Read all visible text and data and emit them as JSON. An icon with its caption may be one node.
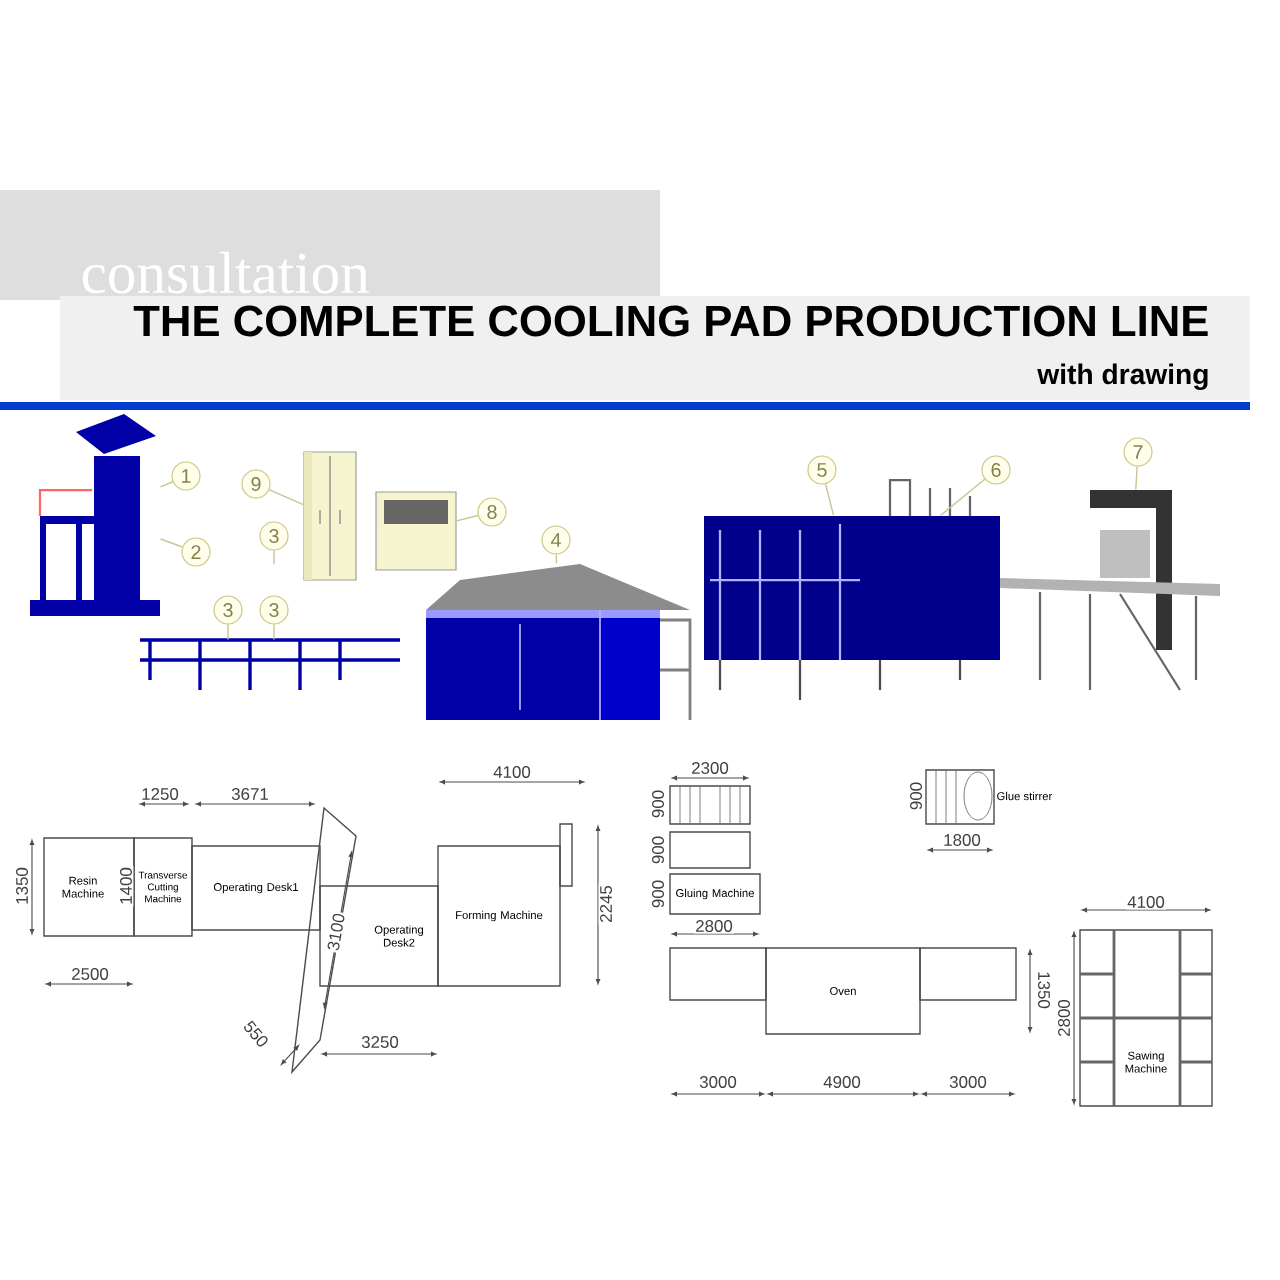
{
  "diagram": {
    "title": "THE COMPLETE COOLING PAD PRODUCTION LINE",
    "nodes": [
      {
        "text": [
          "1"
        ]
      },
      {
        "text": [
          "2"
        ]
      },
      {
        "text": [
          "9"
        ]
      },
      {
        "text": [
          "3"
        ]
      },
      {
        "text": [
          "8"
        ]
      },
      {
        "text": [
          "4"
        ]
      },
      {
        "text": [
          "3"
        ]
      },
      {
        "text": [
          "3"
        ]
      },
      {
        "text": [
          "5"
        ]
      },
      {
        "text": [
          "6"
        ]
      },
      {
        "text": [
          "7"
        ]
      },
      {
        "text": [
          "Resin Machine"
        ]
      },
      {
        "text": [
          "Transverse Cutting Machine"
        ]
      },
      {
        "text": [
          "Operating Desk1"
        ]
      },
      {
        "text": [
          "Operating Desk2"
        ]
      },
      {
        "text": [
          "Forming Machine"
        ]
      },
      {
        "text": [],
        "shape": "box"
      },
      {
        "text": [],
        "shape": "box"
      },
      {
        "text": [
          "Gluing Machine"
        ]
      },
      {
        "text": [],
        "shape": "box",
        "beside": [
          "Glue stirrer"
        ]
      },
      {
        "text": [],
        "shape": "box"
      },
      {
        "text": [
          "Oven"
        ]
      },
      {
        "text": [],
        "shape": "box"
      },
      {
        "text": [
          "Sawing Machine"
        ]
      },
      {
        "text": [],
        "shape": "picture"
      },
      {
        "text": [],
        "shape": "picture"
      },
      {
        "text": [],
        "shape": "picture"
      },
      {
        "text": [],
        "shape": "picture"
      },
      {
        "text": [],
        "shape": "picture"
      },
      {
        "text": [],
        "shape": "picture"
      },
      {
        "text": [],
        "shape": "picture"
      }
    ],
    "edges": [
      {
        "from": 0,
        "to": 24,
        "arrow": "none"
      },
      {
        "from": 1,
        "to": 24,
        "arrow": "none"
      },
      {
        "from": 2,
        "to": 26,
        "arrow": "none"
      },
      {
        "from": 3,
        "to": null,
        "arrow": "none"
      },
      {
        "from": 4,
        "to": 27,
        "arrow": "none"
      },
      {
        "from": 5,
        "to": 28,
        "arrow": "none"
      },
      {
        "from": 6,
        "to": 25,
        "arrow": "none"
      },
      {
        "from": 7,
        "to": 25,
        "arrow": "none"
      },
      {
        "from": 8,
        "to": 29,
        "arrow": "none"
      },
      {
        "from": 9,
        "to": 29,
        "arrow": "none"
      },
      {
        "from": 10,
        "to": 30,
        "arrow": "none"
      }
    ],
    "labels": [
      "consultation",
      "with drawing",
      "1250",
      "3671",
      "4100",
      "1350",
      "1400",
      "2500",
      "3100",
      "550",
      "3250",
      "2245",
      "2300",
      "900",
      "900",
      "900",
      "2800",
      "900",
      "1800",
      "1350",
      "3000",
      "4900",
      "3000",
      "4100",
      "2800"
    ]
  }
}
